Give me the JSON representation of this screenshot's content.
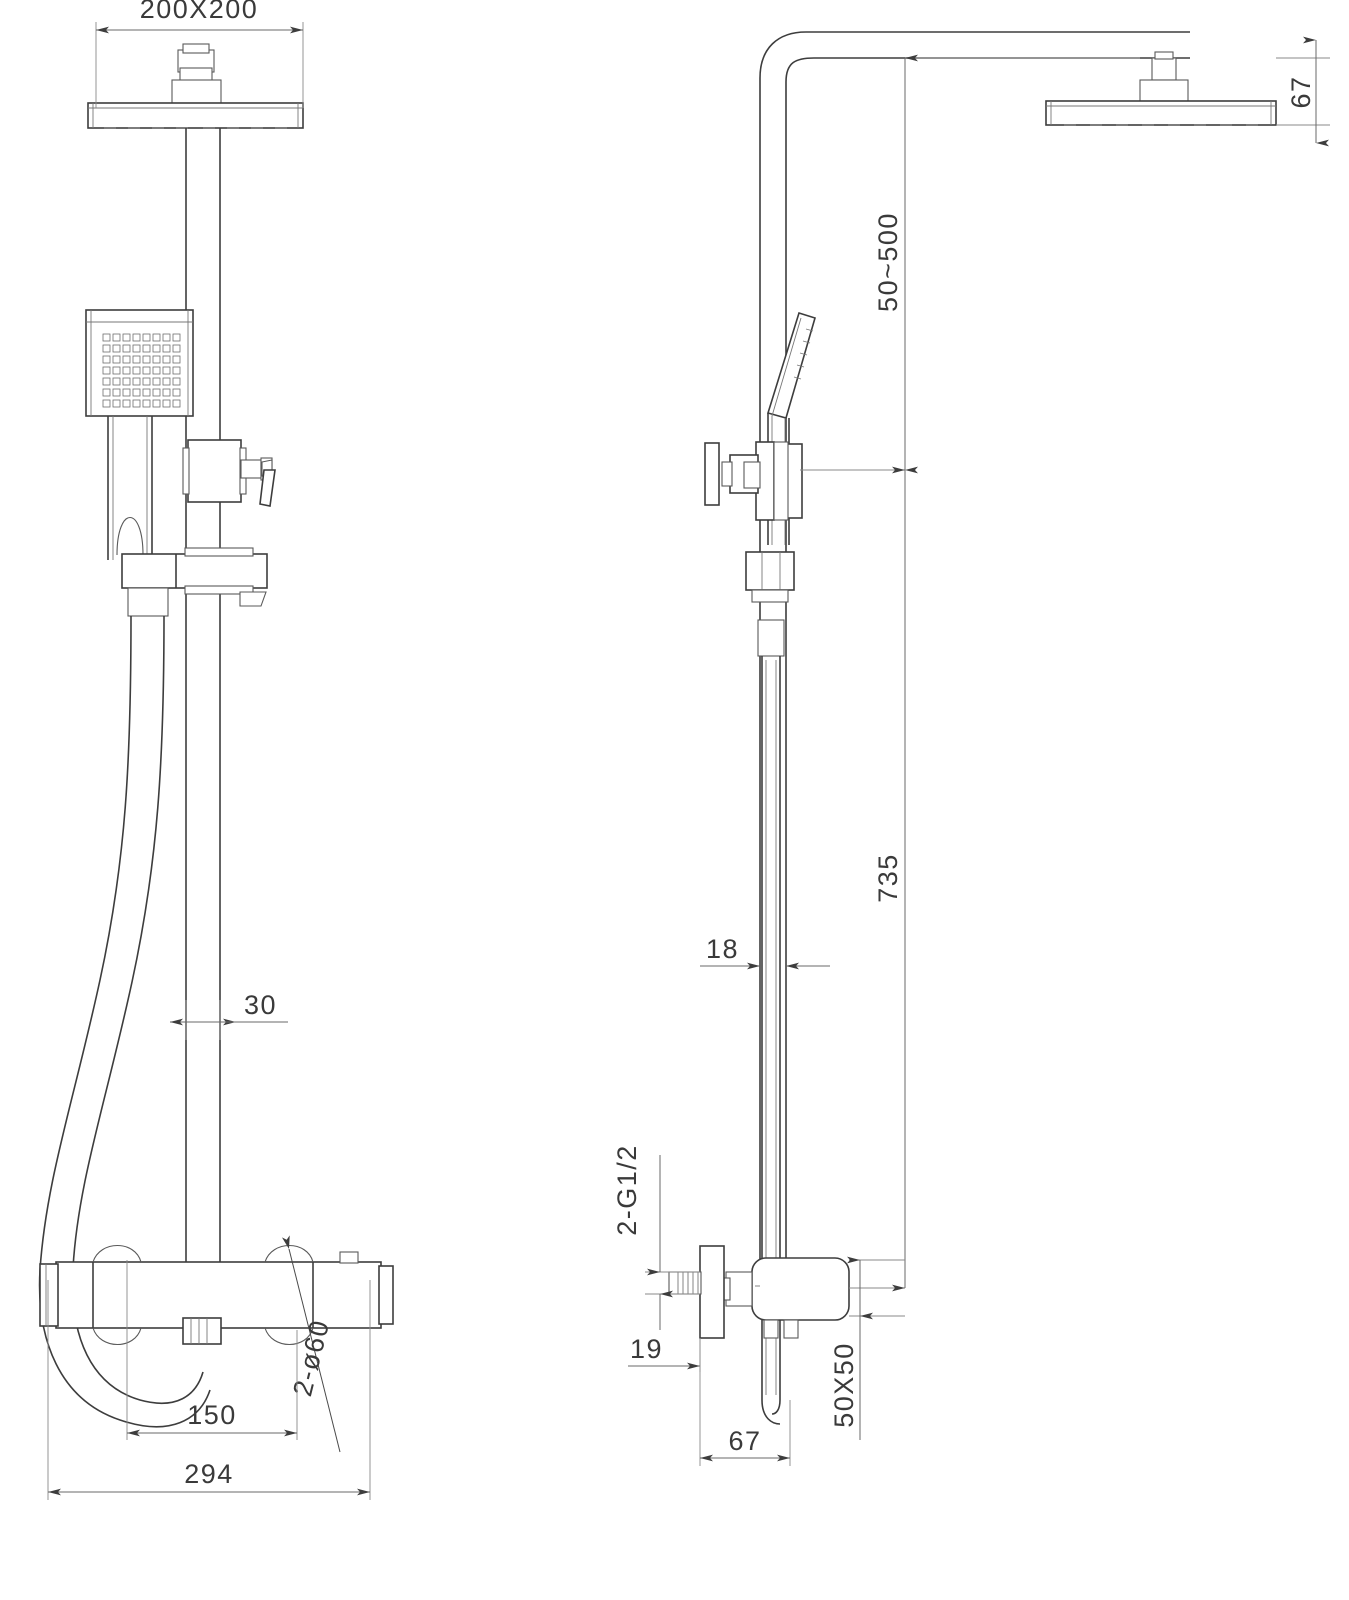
{
  "document": {
    "title": "Shower Column Technical Drawing",
    "type": "engineering-drawing",
    "units": "mm",
    "views": [
      "front-elevation",
      "side-elevation"
    ],
    "line_color": "#3d3d3d",
    "background_color": "#ffffff"
  },
  "front_view": {
    "name": "front-elevation",
    "dimensions": {
      "overhead_shower_face": "200X200",
      "riser_pipe_width": "30",
      "valve_inlet_centres": "150",
      "overall_width": "294",
      "wall_flange_note": "2-ø60"
    },
    "parts": [
      "overhead-shower-head",
      "shower-arm",
      "riser-pipe",
      "hand-shower",
      "diverter-knob",
      "slide-bracket",
      "flexible-hose",
      "thermostatic-mixer-body",
      "temperature-handle",
      "flow-handle",
      "hose-outlet"
    ]
  },
  "side_view": {
    "name": "side-elevation",
    "dimensions": {
      "overhead_shower_thickness": "67",
      "holder_adjust_range": "50~500",
      "mixer_to_holder_height": "735",
      "riser_pipe_depth": "18",
      "inlet_thread": "2-G1/2",
      "inlet_projection": "19",
      "body_projection": "67",
      "mixer_body_size": "50X50"
    },
    "parts": [
      "overhead-shower-head-side",
      "riser-elbow",
      "riser-pipe-side",
      "hand-shower-side",
      "hand-shower-holder",
      "holder-knob",
      "slide-bracket-side",
      "hose-connector",
      "flexible-hose-side",
      "mixer-body-side",
      "wall-inlet-flange",
      "inlet-thread-nipple"
    ]
  },
  "labels": {
    "d_200x200": "200X200",
    "d_30": "30",
    "d_150": "150",
    "d_294": "294",
    "d_2xdia60": "2-ø60",
    "d_67_top": "67",
    "d_50_500": "50~500",
    "d_735": "735",
    "d_18": "18",
    "d_2G12": "2-G1/2",
    "d_19": "19",
    "d_67_bottom": "67",
    "d_50x50": "50X50"
  }
}
